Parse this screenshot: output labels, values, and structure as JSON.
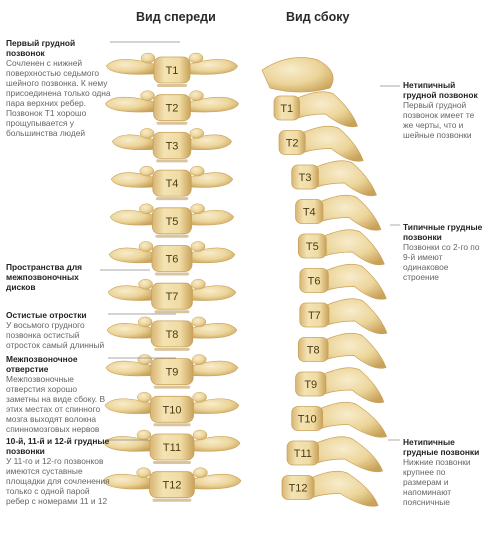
{
  "views": {
    "front": "Вид спереди",
    "side": "Вид сбоку"
  },
  "vertebrae": [
    "T1",
    "T2",
    "T3",
    "T4",
    "T5",
    "T6",
    "T7",
    "T8",
    "T9",
    "T10",
    "T11",
    "T12"
  ],
  "annotations_left": [
    {
      "heading": "Первый грудной позвонок",
      "body": "Сочленен с нижней поверхностью седьмого шейного позвонка. К нему присоединена только одна пара верхних ребер. Позвонок Т1 хорошо прощупывается у большинства людей"
    },
    {
      "heading": "Пространства для межпозвоночных дисков",
      "body": ""
    },
    {
      "heading": "Остистые отростки",
      "body": "У восьмого грудного позвонка остистый отросток самый длинный"
    },
    {
      "heading": "Межпозвоночное отверстие",
      "body": "Межпозвоночные отверстия хорошо заметны на виде сбоку. В этих местах от спинного мозга выходят волокна спинномозговых нервов"
    },
    {
      "heading": "10-й, 11-й и 12-й грудные позвонки",
      "body": "У 11-го и 12-го позвонков имеются суставные площадки для сочленения только с одной парой ребер с номерами 11 и 12"
    }
  ],
  "annotations_right": [
    {
      "heading": "Нетипичный грудной позвонок",
      "body": "Первый грудной позвонок имеет те же черты, что и шейные позвонки"
    },
    {
      "heading": "Типичные грудные позвонки",
      "body": "Позвонки со 2-го по 9-й имеют одинаковое строение"
    },
    {
      "heading": "Нетипичные грудные позвонки",
      "body": "Нижние позвонки крупнее по размерам и напоминают поясничные"
    }
  ],
  "colors": {
    "bone": "#ecd59a",
    "bone_light": "#f6e6b9",
    "bone_shadow": "#c9a25a",
    "disc_gap": "#b9934f",
    "leader": "#8a8a8a"
  }
}
